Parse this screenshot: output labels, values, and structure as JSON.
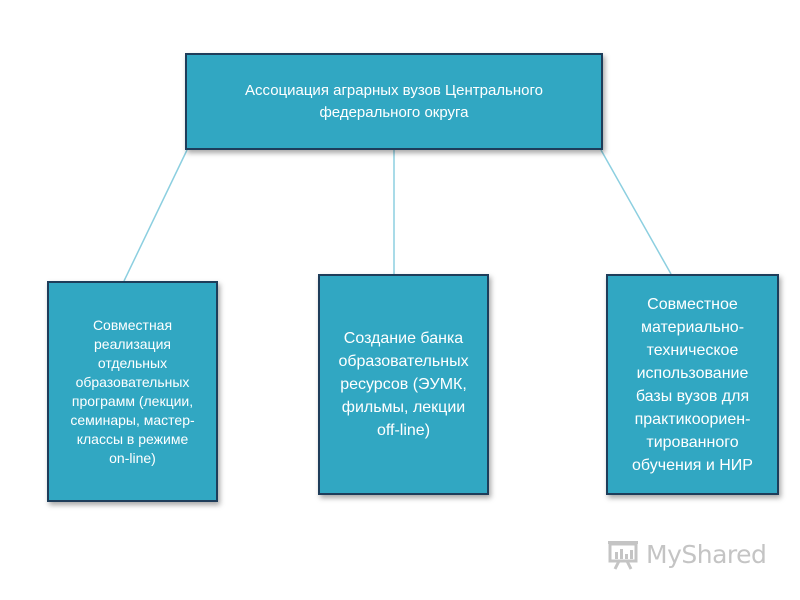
{
  "diagram": {
    "root": {
      "text": "Ассоциация аграрных вузов Центрального\nфедерального округа"
    },
    "children": [
      {
        "text": "Совместная\nреализация\nотдельных\nобразовательных\nпрограмм (лекции,\nсеминары, мастер-\nклассы в режиме\non-line)"
      },
      {
        "text": "Создание банка\nобразовательных\nресурсов (ЭУМК,\nфильмы,  лекции\noff-line)"
      },
      {
        "text": "Совместное\nматериально-\nтехническое\nиспользование\nбазы вузов для\nпрактикоориен-\nтированного\nобучения  и НИР"
      }
    ]
  },
  "colors": {
    "box_fill": "#31a7c2",
    "box_border": "#1e3d5a",
    "box_text": "#ffffff",
    "connector": "#8ccfe0",
    "watermark": "#c4c4c4"
  },
  "watermark": {
    "text": "MyShared",
    "icon": "presentation-board-icon"
  }
}
